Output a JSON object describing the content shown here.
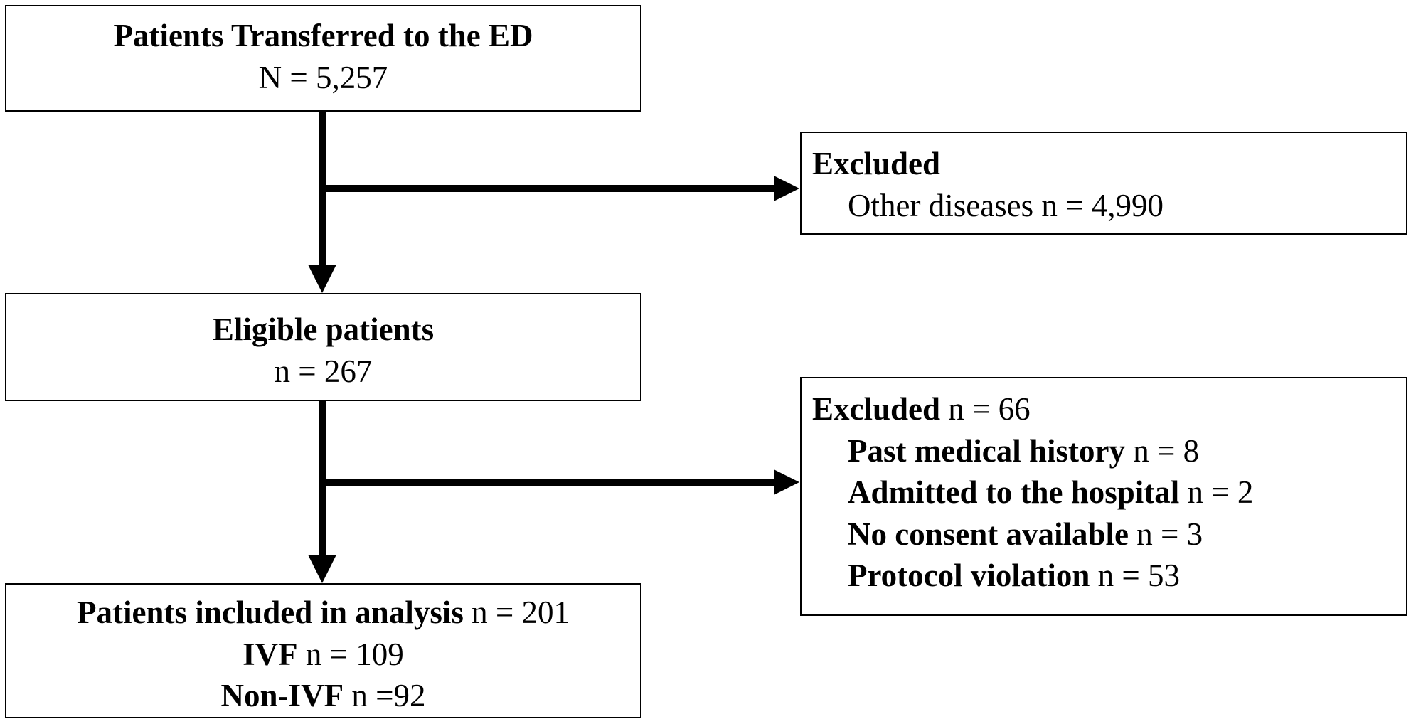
{
  "box_transferred": {
    "title": "Patients Transferred to the ED",
    "count": "N = 5,257"
  },
  "box_excluded_1": {
    "title": "Excluded",
    "reason": "Other diseases",
    "reason_count": "n = 4,990"
  },
  "box_eligible": {
    "title": "Eligible patients",
    "count": "n = 267"
  },
  "box_excluded_2": {
    "title": "Excluded",
    "count": "n = 66",
    "reasons": [
      {
        "label": "Past medical history",
        "count": "n = 8"
      },
      {
        "label": "Admitted to the hospital",
        "count": "n = 2"
      },
      {
        "label": "No consent available",
        "count": "n = 3"
      },
      {
        "label": "Protocol violation",
        "count": "n = 53"
      }
    ]
  },
  "box_included": {
    "title": "Patients included in analysis",
    "count": "n = 201",
    "groups": [
      {
        "label": "IVF",
        "count": "n = 109"
      },
      {
        "label": "Non-IVF",
        "count": "n =92"
      }
    ]
  },
  "colors": {
    "stroke": "#000000",
    "background": "#ffffff"
  }
}
